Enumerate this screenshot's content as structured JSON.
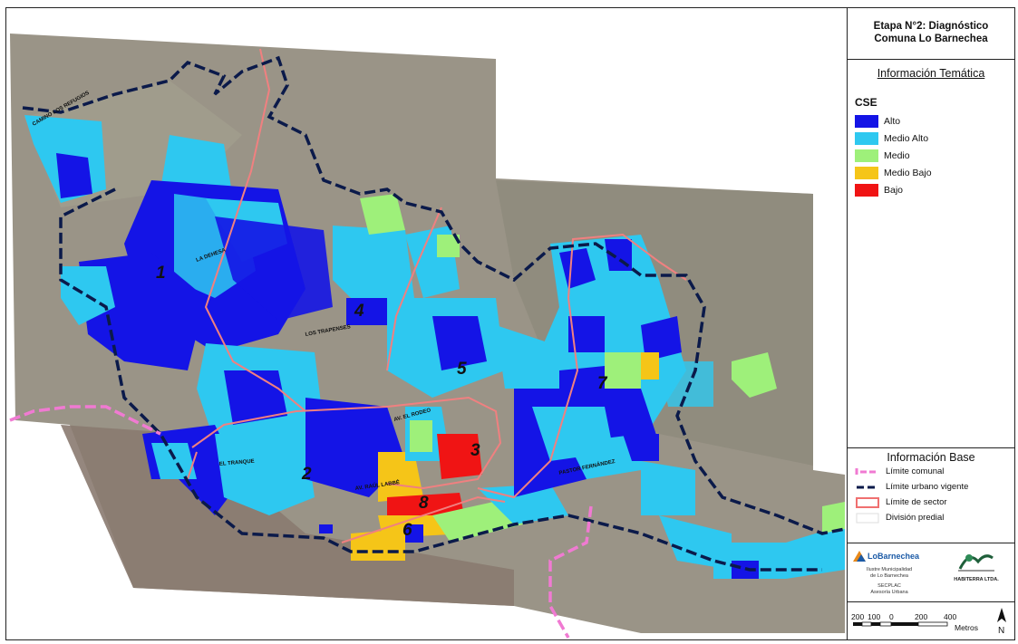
{
  "panel": {
    "title_line1": "Etapa N°2: Diagnóstico",
    "title_line2": "Comuna Lo Barnechea",
    "thematic_header": "Información Temática",
    "legend_title": "CSE",
    "legend": [
      {
        "label": "Alto",
        "color": "#1414e6"
      },
      {
        "label": "Medio Alto",
        "color": "#2ec8f0"
      },
      {
        "label": "Medio",
        "color": "#9ef07a"
      },
      {
        "label": "Medio Bajo",
        "color": "#f5c518"
      },
      {
        "label": "Bajo",
        "color": "#f01414"
      }
    ],
    "base_header": "Información Base",
    "base_items": [
      {
        "label": "Límite comunal",
        "color": "#f07ad2",
        "style": "dash-pink"
      },
      {
        "label": "Límite urbano vigente",
        "color": "#0b1a4a",
        "style": "dash-navy"
      },
      {
        "label": "Límite de sector",
        "color": "#f07070",
        "style": "box-red"
      },
      {
        "label": "División predial",
        "color": "#ffffff",
        "style": "box-white"
      }
    ],
    "logo_left_name": "LoBarnechea",
    "logo_left_caption1": "Ilustre Municipalidad",
    "logo_left_caption2": "de Lo Barnechea",
    "logo_left_caption3": "SECPLAC",
    "logo_left_caption4": "Asesoría Urbana",
    "logo_right_name": "HABITERRA LTDA.",
    "scale_labels": [
      "200",
      "100",
      "0",
      "200",
      "400"
    ],
    "scale_unit": "Metros",
    "north": "N"
  },
  "map": {
    "sector_numbers": [
      "1",
      "2",
      "3",
      "4",
      "5",
      "6",
      "7",
      "8"
    ],
    "street_labels": [
      "AV. EL RODEO",
      "AV. RAÚL LABBÉ",
      "EL TRANQUE",
      "LA DEHESA",
      "PASTOR FERNÁNDEZ",
      "CAMINO LOS REFUGIOS",
      "LOS TRAPENSES"
    ]
  }
}
